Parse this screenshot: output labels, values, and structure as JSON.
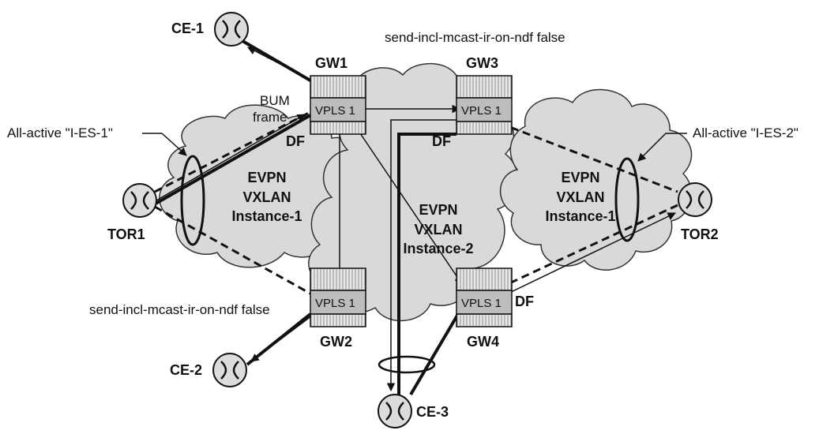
{
  "routers": {
    "ce1": "CE-1",
    "ce2": "CE-2",
    "ce3": "CE-3",
    "tor1": "TOR1",
    "tor2": "TOR2"
  },
  "gateways": {
    "gw1": {
      "name": "GW1",
      "vpls": "VPLS 1",
      "df": "DF"
    },
    "gw2": {
      "name": "GW2",
      "vpls": "VPLS 1"
    },
    "gw3": {
      "name": "GW3",
      "vpls": "VPLS 1",
      "df": "DF"
    },
    "gw4": {
      "name": "GW4",
      "vpls": "VPLS 1",
      "df": "DF"
    }
  },
  "clouds": {
    "left": {
      "line1": "EVPN",
      "line2": "VXLAN",
      "line3": "Instance-1"
    },
    "mid": {
      "line1": "EVPN",
      "line2": "VXLAN",
      "line3": "Instance-2"
    },
    "right": {
      "line1": "EVPN",
      "line2": "VXLAN",
      "line3": "Instance-1"
    }
  },
  "labels": {
    "top_note": "send-incl-mcast-ir-on-ndf false",
    "bottom_note": "send-incl-mcast-ir-on-ndf false",
    "bum_line1": "BUM",
    "bum_line2": "frame",
    "es1": "All-active \"I-ES-1\"",
    "es2": "All-active \"I-ES-2\""
  }
}
